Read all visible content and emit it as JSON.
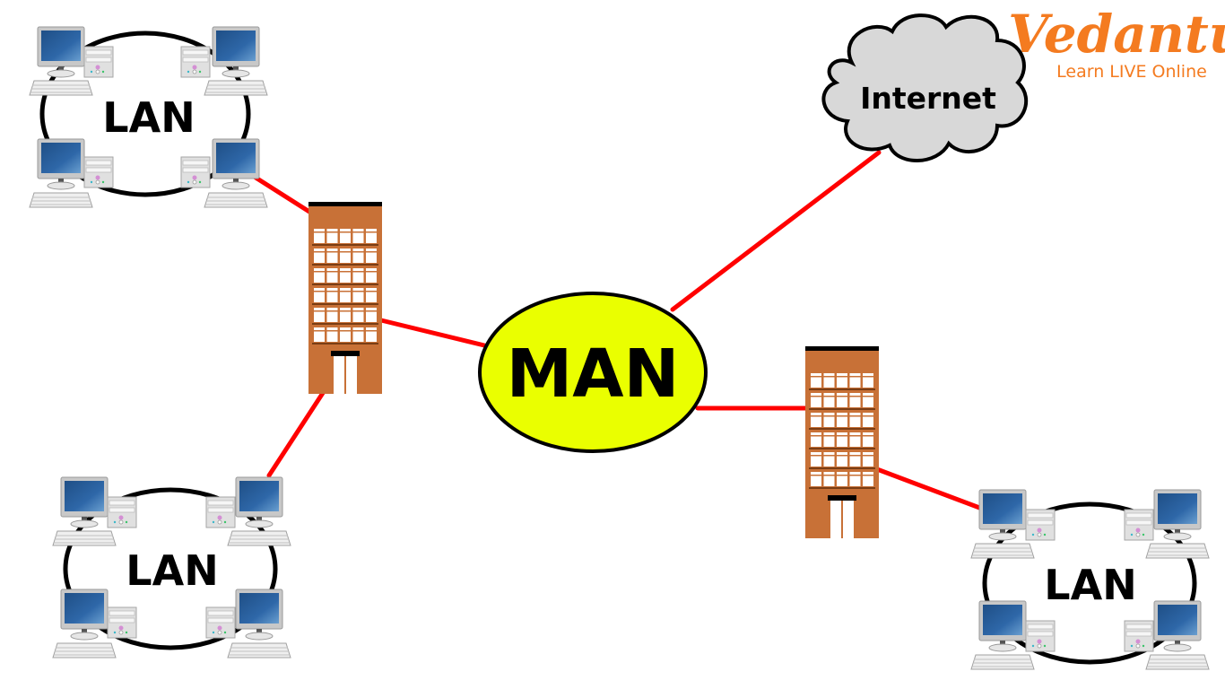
{
  "diagram": {
    "title": "Metropolitan Area Network",
    "center": {
      "label": "MAN",
      "fill": "#eaff00"
    },
    "cloud": {
      "label": "Internet",
      "fill": "#d8d8d8"
    },
    "lans": [
      {
        "id": "lan-top-left",
        "label": "LAN",
        "computers": 4
      },
      {
        "id": "lan-bottom-left",
        "label": "LAN",
        "computers": 4
      },
      {
        "id": "lan-bottom-right",
        "label": "LAN",
        "computers": 4
      }
    ],
    "buildings": [
      {
        "id": "building-left",
        "floors": 6,
        "windows_per_floor": 5
      },
      {
        "id": "building-right",
        "floors": 6,
        "windows_per_floor": 5
      }
    ],
    "connections": [
      {
        "from": "lan-top-left",
        "to": "building-left"
      },
      {
        "from": "lan-bottom-left",
        "to": "building-left"
      },
      {
        "from": "building-left",
        "to": "MAN"
      },
      {
        "from": "MAN",
        "to": "Internet"
      },
      {
        "from": "MAN",
        "to": "building-right"
      },
      {
        "from": "building-right",
        "to": "lan-bottom-right"
      }
    ],
    "colors": {
      "link": "#ff0000",
      "building": "#c87137",
      "building_roof": "#000000",
      "monitor_screen": "#2f5f96",
      "computer_case": "#d9d9d9"
    }
  },
  "brand": {
    "name": "Vedantu",
    "tagline": "Learn LIVE Online",
    "color": "#f47b20"
  }
}
